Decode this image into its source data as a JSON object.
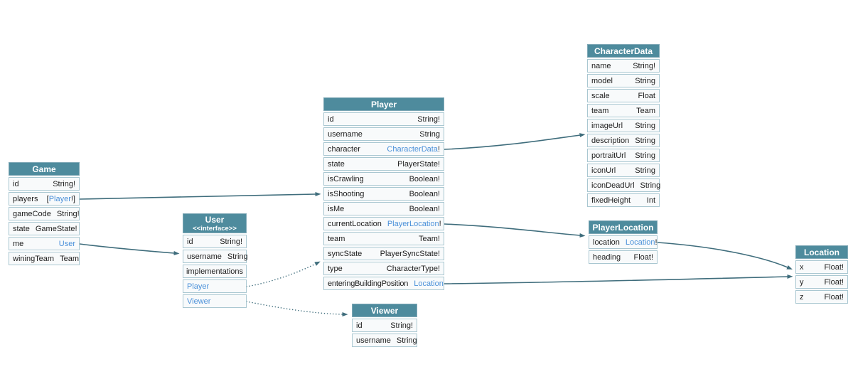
{
  "diagram": {
    "title": "GraphQL schema type diagram",
    "colors": {
      "header_bg": "#4e8b9d",
      "header_text": "#ffffff",
      "row_bg": "#f8fafb",
      "row_border": "#a9c7d1",
      "link": "#4a90d9",
      "arrow": "#3f6d7c",
      "text": "#1d1d1d"
    },
    "tables": [
      {
        "id": "Game",
        "title": "Game",
        "rows": [
          {
            "name": "id",
            "type": "String!"
          },
          {
            "name": "players",
            "type_prefix": "[",
            "type_link": "Player",
            "type_suffix": "!]"
          },
          {
            "name": "gameCode",
            "type": "String!"
          },
          {
            "name": "state",
            "type": "GameState!"
          },
          {
            "name": "me",
            "type_link": "User"
          },
          {
            "name": "winingTeam",
            "type": "Team"
          }
        ]
      },
      {
        "id": "User",
        "title": "User",
        "subtitle": "<<interface>>",
        "rows": [
          {
            "name": "id",
            "type": "String!"
          },
          {
            "name": "username",
            "type": "String"
          },
          {
            "name": "implementations",
            "center": true
          },
          {
            "name_link": "Player"
          },
          {
            "name_link": "Viewer"
          }
        ]
      },
      {
        "id": "Player",
        "title": "Player",
        "rows": [
          {
            "name": "id",
            "type": "String!"
          },
          {
            "name": "username",
            "type": "String"
          },
          {
            "name": "character",
            "type_link": "CharacterData",
            "type_suffix": "!"
          },
          {
            "name": "state",
            "type": "PlayerState!"
          },
          {
            "name": "isCrawling",
            "type": "Boolean!"
          },
          {
            "name": "isShooting",
            "type": "Boolean!"
          },
          {
            "name": "isMe",
            "type": "Boolean!"
          },
          {
            "name": "currentLocation",
            "type_link": "PlayerLocation",
            "type_suffix": "!"
          },
          {
            "name": "team",
            "type": "Team!"
          },
          {
            "name": "syncState",
            "type": "PlayerSyncState!"
          },
          {
            "name": "type",
            "type": "CharacterType!"
          },
          {
            "name": "enteringBuildingPosition",
            "type_link": "Location"
          }
        ]
      },
      {
        "id": "Viewer",
        "title": "Viewer",
        "rows": [
          {
            "name": "id",
            "type": "String!"
          },
          {
            "name": "username",
            "type": "String"
          }
        ]
      },
      {
        "id": "CharacterData",
        "title": "CharacterData",
        "rows": [
          {
            "name": "name",
            "type": "String!"
          },
          {
            "name": "model",
            "type": "String"
          },
          {
            "name": "scale",
            "type": "Float"
          },
          {
            "name": "team",
            "type": "Team"
          },
          {
            "name": "imageUrl",
            "type": "String"
          },
          {
            "name": "description",
            "type": "String"
          },
          {
            "name": "portraitUrl",
            "type": "String"
          },
          {
            "name": "iconUrl",
            "type": "String"
          },
          {
            "name": "iconDeadUrl",
            "type": "String"
          },
          {
            "name": "fixedHeight",
            "type": "Int"
          }
        ]
      },
      {
        "id": "PlayerLocation",
        "title": "PlayerLocation",
        "rows": [
          {
            "name": "location",
            "type_link": "Location",
            "type_suffix": "!"
          },
          {
            "name": "heading",
            "type": "Float!"
          }
        ]
      },
      {
        "id": "Location",
        "title": "Location",
        "rows": [
          {
            "name": "x",
            "type": "Float!"
          },
          {
            "name": "y",
            "type": "Float!"
          },
          {
            "name": "z",
            "type": "Float!"
          }
        ]
      }
    ],
    "edges": [
      {
        "from": "Game.players",
        "to": "Player",
        "style": "solid"
      },
      {
        "from": "Game.me",
        "to": "User",
        "style": "solid"
      },
      {
        "from": "Player.character",
        "to": "CharacterData",
        "style": "solid"
      },
      {
        "from": "Player.currentLocation",
        "to": "PlayerLocation",
        "style": "solid"
      },
      {
        "from": "Player.enteringBuildingPosition",
        "to": "Location",
        "style": "solid"
      },
      {
        "from": "PlayerLocation.location",
        "to": "Location",
        "style": "solid"
      },
      {
        "from": "User.Player",
        "to": "Player",
        "style": "dotted"
      },
      {
        "from": "User.Viewer",
        "to": "Viewer",
        "style": "dotted"
      }
    ]
  }
}
